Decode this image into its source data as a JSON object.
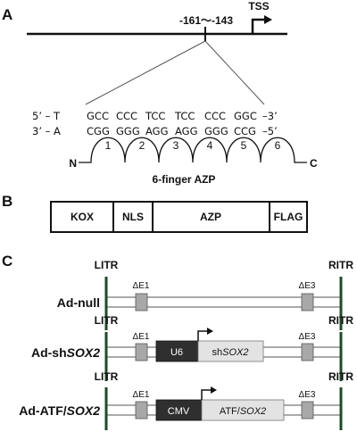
{
  "panel_a": {
    "letter": "A",
    "position_label": "-161〜-143",
    "tss_label": "TSS",
    "seq_top": {
      "prefix": "5’ – T",
      "codons": [
        "GCC",
        "CCC",
        "TCC",
        "TCC",
        "CCC",
        "GGC"
      ],
      "suffix": "–3’"
    },
    "seq_bottom": {
      "prefix": "3’ – A",
      "codons": [
        "CGG",
        "GGG",
        "AGG",
        "AGG",
        "GGG",
        "CCG"
      ],
      "suffix": "–5’"
    },
    "fingers": [
      "1",
      "2",
      "3",
      "4",
      "5",
      "6"
    ],
    "n_label": "N",
    "c_label": "C",
    "caption": "6-finger AZP"
  },
  "panel_b": {
    "letter": "B",
    "domains": [
      {
        "key": "kox",
        "label": "KOX"
      },
      {
        "key": "nls",
        "label": "NLS"
      },
      {
        "key": "azp",
        "label": "AZP"
      },
      {
        "key": "flag",
        "label": "FLAG"
      }
    ]
  },
  "panel_c": {
    "letter": "C",
    "constructs": [
      {
        "key": "null",
        "name_prefix": "Ad-null",
        "name_italic": "",
        "litr": "LITR",
        "ritr": "RITR",
        "de1": "ΔE1",
        "de3": "ΔE3"
      },
      {
        "key": "shsox2",
        "name_prefix": "Ad-sh",
        "name_italic": "SOX2",
        "litr": "LITR",
        "ritr": "RITR",
        "de1": "ΔE1",
        "de3": "ΔE3",
        "promoter": "U6",
        "insert_prefix": "sh",
        "insert_italic": "SOX2"
      },
      {
        "key": "atfsox2",
        "name_prefix": "Ad-ATF/",
        "name_italic": "SOX2",
        "litr": "LITR",
        "ritr": "RITR",
        "de1": "ΔE1",
        "de3": "ΔE3",
        "promoter": "CMV",
        "insert_prefix": "ATF/",
        "insert_italic": "SOX2"
      }
    ]
  },
  "colors": {
    "line": "#111111",
    "itr_green": "#1f4a2a",
    "deletion_gray": "#a8a8a8",
    "promoter_dark": "#2f2f2f",
    "insert_light": "#e3e3e3"
  }
}
